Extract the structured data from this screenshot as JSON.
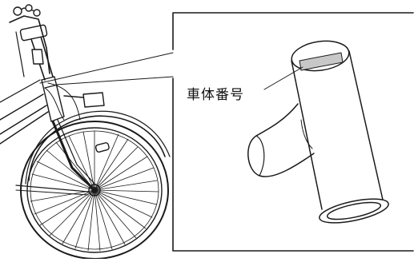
{
  "callout": {
    "label": "車体番号"
  },
  "colors": {
    "line": "#1a1a1a",
    "background": "#ffffff",
    "plate": "#c8c8c8"
  },
  "icons": [
    "bicycle-front-illustration",
    "frame-tube-detail"
  ]
}
